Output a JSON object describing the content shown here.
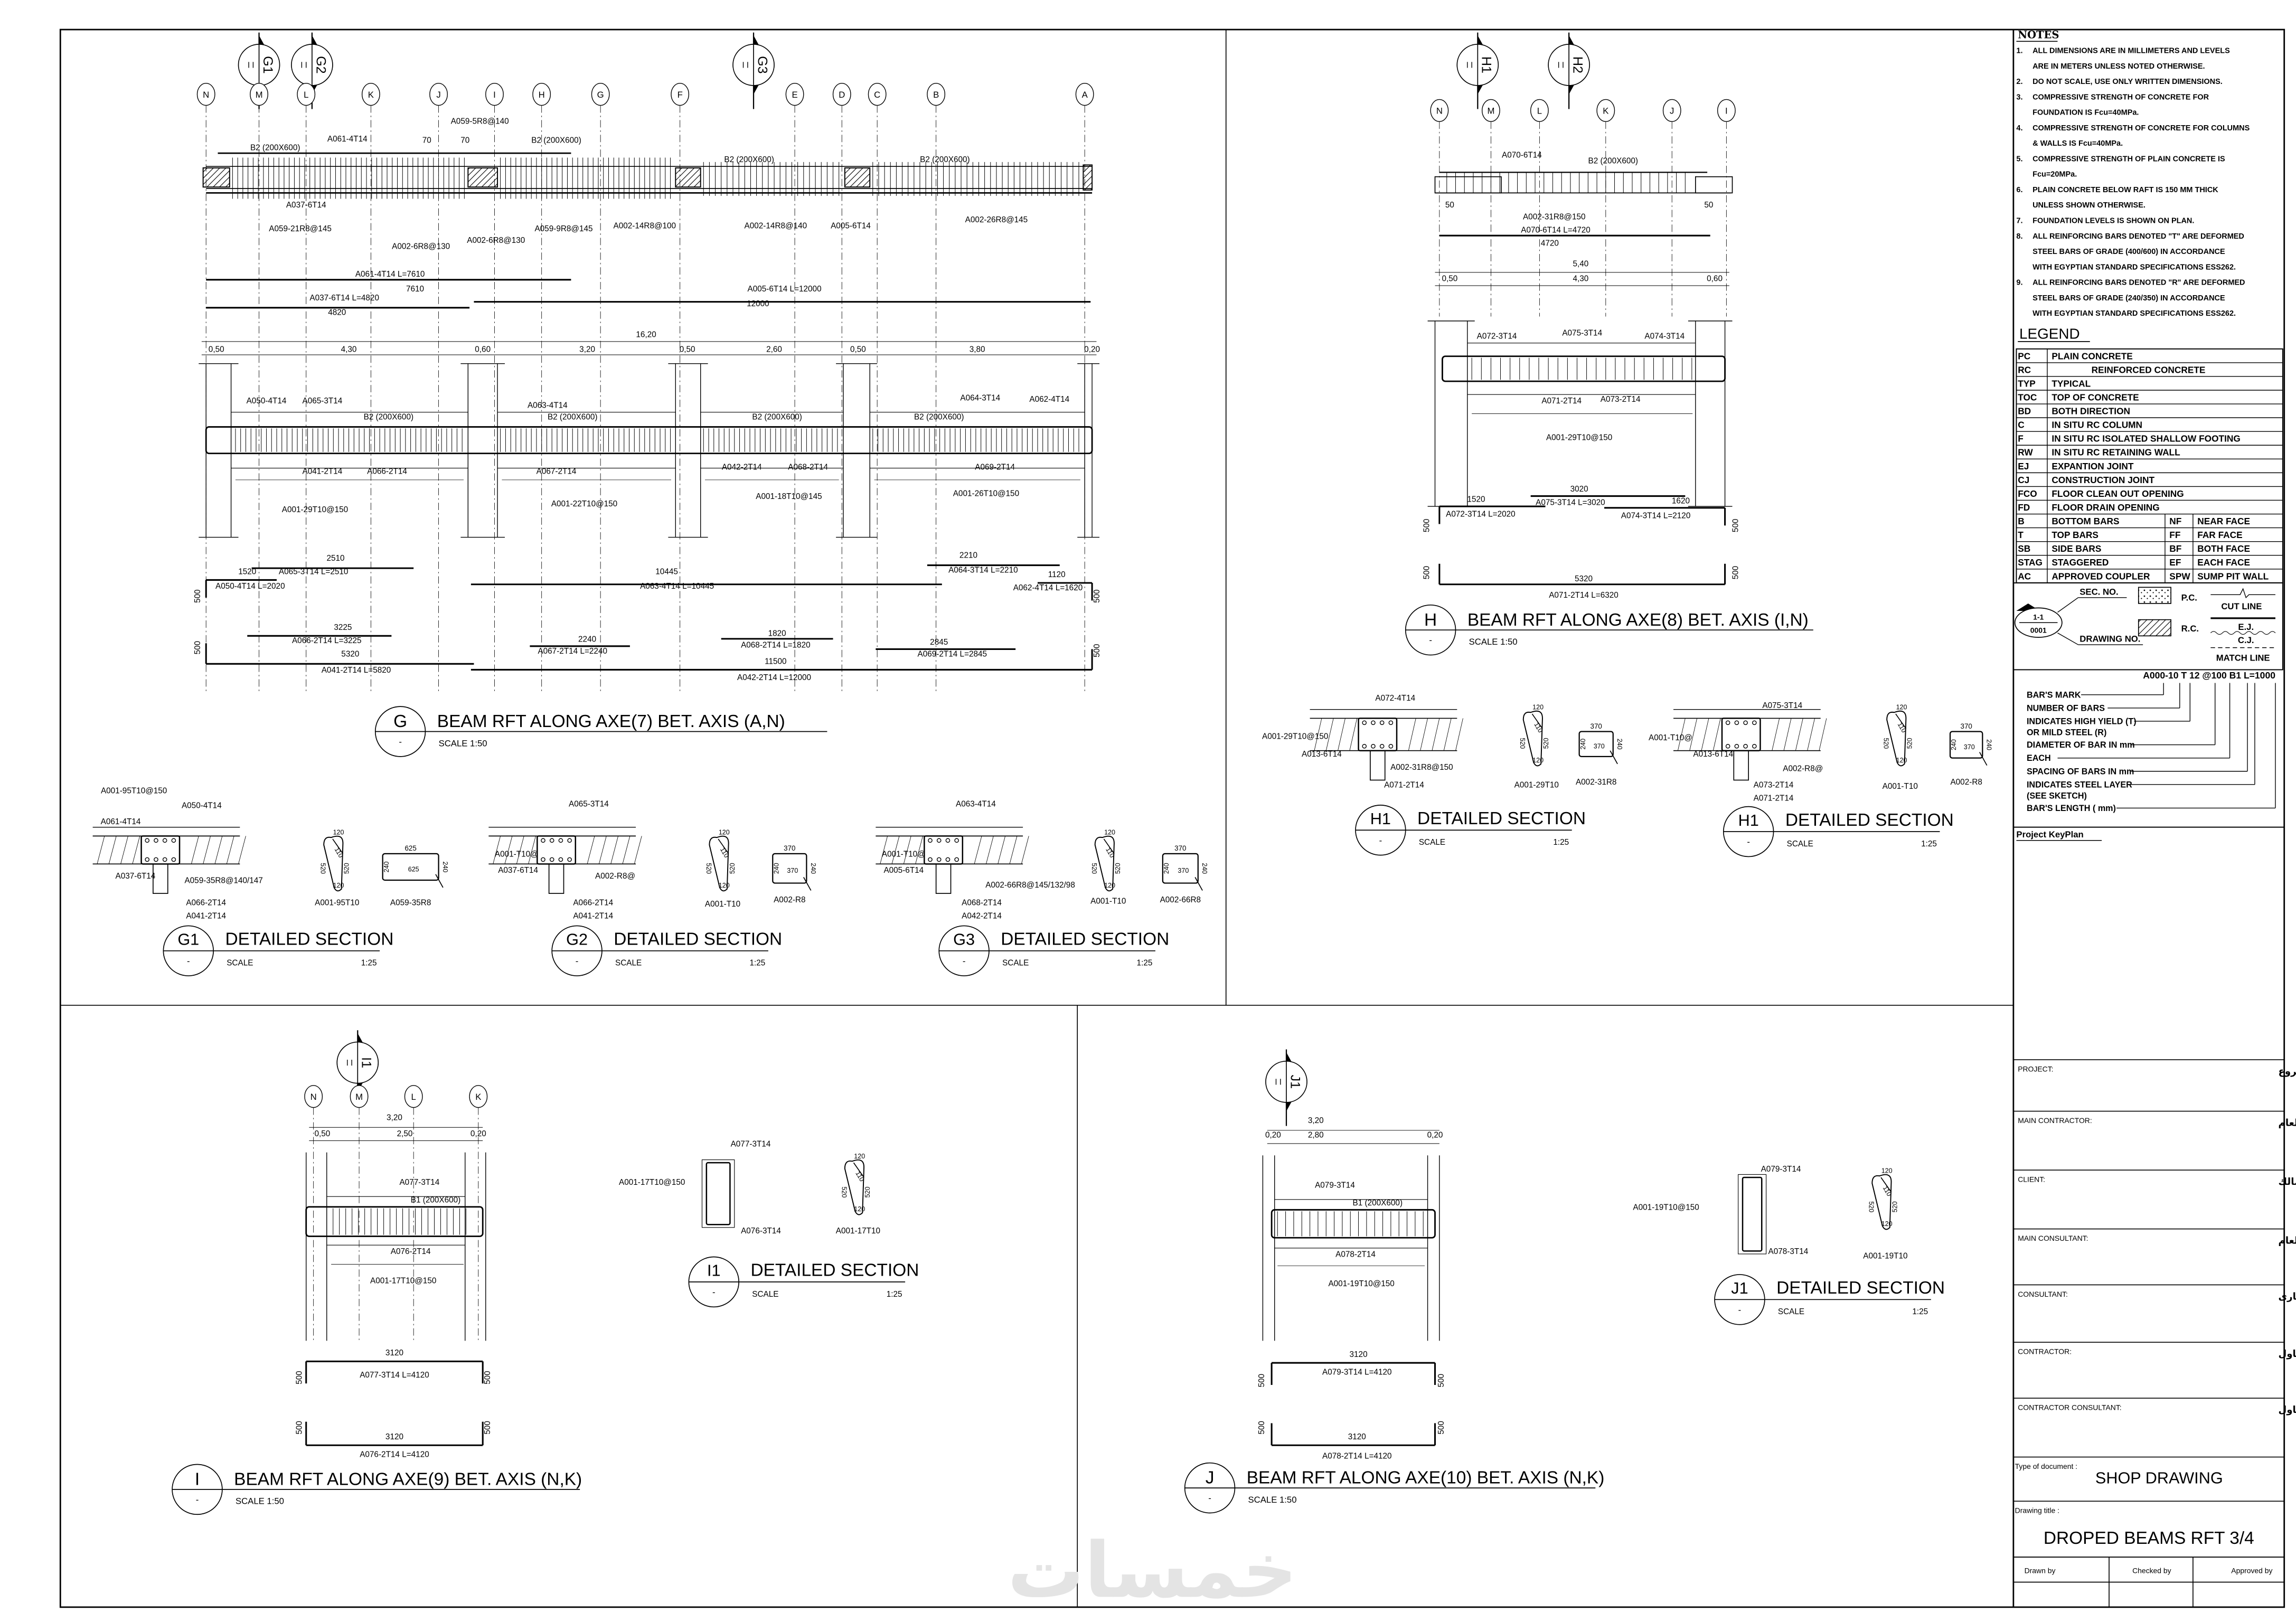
{
  "g": {
    "axes": [
      "N",
      "M",
      "L",
      "K",
      "J",
      "I",
      "H",
      "G",
      "F",
      "E",
      "D",
      "C",
      "B",
      "A"
    ],
    "markers": [
      "G1",
      "G2",
      "G3"
    ],
    "labels": [
      "B2 (200X600)",
      "A061-4T14",
      "A059-5R8@140",
      "70",
      "70",
      "B2 (200X600)",
      "B2 (200X600)",
      "B2 (200X600)",
      "A037-6T14",
      "A059-21R8@145",
      "A002-6R8@130",
      "A002-6R8@130",
      "A059-9R8@145",
      "A002-14R8@100",
      "A002-14R8@140",
      "A005-6T14",
      "A002-26R8@145",
      "A061-4T14 L=7610",
      "7610",
      "A005-6T14 L=12000",
      "12000",
      "A037-6T14 L=4820",
      "4820",
      "16,20",
      "0,50",
      "4,30",
      "0,60",
      "3,20",
      "0,50",
      "2,60",
      "0,50",
      "3,80",
      "0,20",
      "A050-4T14",
      "A065-3T14",
      "B2 (200X600)",
      "A063-4T14",
      "B2 (200X600)",
      "B2 (200X600)",
      "B2 (200X600)",
      "A064-3T14",
      "A062-4T14",
      "A041-2T14",
      "A066-2T14",
      "A067-2T14",
      "A042-2T14",
      "A068-2T14",
      "A069-2T14",
      "A001-29T10@150",
      "A001-22T10@150",
      "A001-18T10@145",
      "A001-26T10@150",
      "2510",
      "A065-3T14 L=2510",
      "1520",
      "A050-4T14 L=2020",
      "10445",
      "A063-4T14 L=10445",
      "2210",
      "A064-3T14 L=2210",
      "1120",
      "A062-4T14 L=1620",
      "3225",
      "A066-2T14 L=3225",
      "5320",
      "A041-2T14 L=5820",
      "2240",
      "A067-2T14 L=2240",
      "1820",
      "A068-2T14 L=1820",
      "2845",
      "A069-2T14 L=2845",
      "11500",
      "A042-2T14 L=12000",
      "500",
      "500",
      "500",
      "500"
    ],
    "title": {
      "letter": "G",
      "sub": "-",
      "text": "BEAM RFT ALONG AXE(7) BET. AXIS (A,N)",
      "scale": "SCALE 1:50"
    }
  },
  "h": {
    "axes": [
      "N",
      "M",
      "L",
      "K",
      "J",
      "I"
    ],
    "markers": [
      "H1",
      "H2"
    ],
    "labels": [
      "A070-6T14",
      "B2 (200X600)",
      "50",
      "50",
      "A002-31R8@150",
      "A070-6T14 L=4720",
      "4720",
      "5,40",
      "0,50",
      "4,30",
      "0,60",
      "A072-3T14",
      "A075-3T14",
      "A074-3T14",
      "A071-2T14",
      "A073-2T14",
      "A001-29T10@150",
      "3020",
      "A075-3T14 L=3020",
      "1520",
      "A072-3T14 L=2020",
      "1620",
      "A074-3T14 L=2120",
      "5320",
      "A071-2T14 L=6320",
      "500",
      "500",
      "500",
      "500"
    ],
    "title": {
      "letter": "H",
      "sub": "-",
      "text": "BEAM RFT ALONG AXE(8) BET. AXIS (I,N)",
      "scale": "SCALE 1:50"
    }
  },
  "i": {
    "axes": [
      "N",
      "M",
      "L",
      "K"
    ],
    "markers": [
      "I1"
    ],
    "labels": [
      "3,20",
      "0,50",
      "2,50",
      "0,20",
      "A077-3T14",
      "B1 (200X600)",
      "A076-2T14",
      "A001-17T10@150",
      "3120",
      "A077-3T14 L=4120",
      "3120",
      "A076-2T14 L=4120",
      "500",
      "500",
      "500",
      "500"
    ],
    "title": {
      "letter": "I",
      "sub": "-",
      "text": "BEAM RFT ALONG AXE(9) BET. AXIS (N,K)",
      "scale": "SCALE 1:50"
    }
  },
  "j": {
    "markers": [
      "J1"
    ],
    "labels": [
      "3,20",
      "0,20",
      "2,80",
      "0,20",
      "A079-3T14",
      "B1 (200X600)",
      "A078-2T14",
      "A001-19T10@150",
      "3120",
      "A079-3T14 L=4120",
      "3120",
      "A078-2T14 L=4120",
      "500",
      "500",
      "500",
      "500"
    ],
    "title": {
      "letter": "J",
      "sub": "-",
      "text": "BEAM RFT ALONG AXE(10) BET. AXIS (N,K)",
      "scale": "SCALE 1:50"
    }
  },
  "sections": [
    {
      "id": "G1",
      "sub": "-",
      "title": "DETAILED SECTION",
      "scale_label": "SCALE",
      "scale": "1:25",
      "labels": [
        "A001-95T10@150",
        "A050-4T14",
        "A061-4T14",
        "A037-6T14",
        "A059-35R8@140/147",
        "A066-2T14",
        "A041-2T14"
      ],
      "stirrup_mark": "A001-95T10",
      "stirrup_dims": [
        "120",
        "110",
        "520",
        "520",
        "120"
      ],
      "link_mark": "A059-35R8",
      "link_dims": [
        "625",
        "625",
        "240",
        "240"
      ]
    },
    {
      "id": "G2",
      "sub": "-",
      "title": "DETAILED SECTION",
      "scale_label": "SCALE",
      "scale": "1:25",
      "labels": [
        "A001-T10@",
        "A065-3T14",
        "A037-6T14",
        "A002-R8@",
        "A066-2T14",
        "A041-2T14"
      ],
      "stirrup_mark": "A001-T10",
      "stirrup_dims": [
        "120",
        "110",
        "520",
        "520",
        "120"
      ],
      "link_mark": "A002-R8",
      "link_dims": [
        "370",
        "370",
        "240",
        "240"
      ]
    },
    {
      "id": "G3",
      "sub": "-",
      "title": "DETAILED SECTION",
      "scale_label": "SCALE",
      "scale": "1:25",
      "labels": [
        "A001-T10@",
        "A063-4T14",
        "A005-6T14",
        "A002-66R8@145/132/98",
        "A068-2T14",
        "A042-2T14"
      ],
      "stirrup_mark": "A001-T10",
      "stirrup_dims": [
        "120",
        "110",
        "520",
        "520",
        "120"
      ],
      "link_mark": "A002-66R8",
      "link_dims": [
        "370",
        "370",
        "240",
        "240"
      ]
    },
    {
      "id": "H1",
      "sub": "-",
      "title": "DETAILED SECTION",
      "scale_label": "SCALE",
      "scale": "1:25",
      "labels": [
        "A072-4T14",
        "A001-29T10@150",
        "A013-6T14",
        "A002-31R8@150",
        "A071-2T14"
      ],
      "stirrup_mark": "A001-29T10",
      "stirrup_dims": [
        "120",
        "110",
        "520",
        "520",
        "120"
      ],
      "link_mark": "A002-31R8",
      "link_dims": [
        "370",
        "370",
        "240",
        "240"
      ]
    },
    {
      "id": "H1",
      "sub": "-",
      "title": "DETAILED SECTION",
      "scale_label": "SCALE",
      "scale": "1:25",
      "labels": [
        "A075-3T14",
        "A001-T10@",
        "A013-6T14",
        "A002-R8@",
        "A073-2T14",
        "A071-2T14"
      ],
      "stirrup_mark": "A001-T10",
      "stirrup_dims": [
        "120",
        "110",
        "520",
        "520",
        "120"
      ],
      "link_mark": "A002-R8",
      "link_dims": [
        "370",
        "370",
        "240",
        "240"
      ]
    },
    {
      "id": "I1",
      "sub": "-",
      "title": "DETAILED SECTION",
      "scale_label": "SCALE",
      "scale": "1:25",
      "labels": [
        "A077-3T14",
        "A001-17T10@150",
        "A076-3T14"
      ],
      "stirrup_mark": "A001-17T10",
      "stirrup_dims": [
        "120",
        "110",
        "520",
        "520",
        "120"
      ]
    },
    {
      "id": "J1",
      "sub": "-",
      "title": "DETAILED SECTION",
      "scale_label": "SCALE",
      "scale": "1:25",
      "labels": [
        "A079-3T14",
        "A001-19T10@150",
        "A078-3T14"
      ],
      "stirrup_mark": "A001-19T10",
      "stirrup_dims": [
        "120",
        "110",
        "520",
        "520",
        "120"
      ]
    }
  ],
  "notes": {
    "title": "NOTES",
    "items": [
      {
        "num": "1.",
        "lines": [
          "ALL DIMENSIONS ARE IN MILLIMETERS AND LEVELS",
          "ARE IN METERS UNLESS NOTED OTHERWISE."
        ]
      },
      {
        "num": "2.",
        "lines": [
          "DO NOT SCALE, USE ONLY WRITTEN DIMENSIONS."
        ]
      },
      {
        "num": "3.",
        "lines": [
          "COMPRESSIVE STRENGTH OF CONCRETE FOR",
          "FOUNDATION IS Fcu=40MPa."
        ]
      },
      {
        "num": "4.",
        "lines": [
          "COMPRESSIVE STRENGTH OF CONCRETE FOR COLUMNS",
          "& WALLS IS Fcu=40MPa."
        ]
      },
      {
        "num": "5.",
        "lines": [
          "COMPRESSIVE STRENGTH OF PLAIN CONCRETE IS",
          "Fcu=20MPa."
        ]
      },
      {
        "num": "6.",
        "lines": [
          "PLAIN CONCRETE BELOW RAFT IS 150 MM THICK",
          "UNLESS SHOWN OTHERWISE."
        ]
      },
      {
        "num": "7.",
        "lines": [
          "FOUNDATION LEVELS IS SHOWN ON PLAN."
        ]
      },
      {
        "num": "8.",
        "lines": [
          "ALL REINFORCING BARS DENOTED \"T\" ARE DEFORMED",
          "STEEL BARS OF GRADE (400/600) IN ACCORDANCE",
          "WITH EGYPTIAN STANDARD SPECIFICATIONS ESS262."
        ]
      },
      {
        "num": "9.",
        "lines": [
          "ALL REINFORCING BARS DENOTED \"R\" ARE DEFORMED",
          "STEEL BARS OF GRADE (240/350) IN ACCORDANCE",
          "WITH EGYPTIAN STANDARD SPECIFICATIONS ESS262."
        ]
      }
    ]
  },
  "legend": {
    "title": "LEGEND",
    "rows": [
      {
        "code": "PC",
        "desc": "PLAIN CONCRETE"
      },
      {
        "code": "RC",
        "desc": "REINFORCED CONCRETE"
      },
      {
        "code": "TYP",
        "desc": "TYPICAL"
      },
      {
        "code": "TOC",
        "desc": "TOP OF CONCRETE"
      },
      {
        "code": "BD",
        "desc": "BOTH DIRECTION"
      },
      {
        "code": "C",
        "desc": "IN SITU RC COLUMN"
      },
      {
        "code": "F",
        "desc": "IN SITU RC ISOLATED SHALLOW FOOTING"
      },
      {
        "code": "RW",
        "desc": "IN SITU RC RETAINING WALL"
      },
      {
        "code": "EJ",
        "desc": "EXPANTION JOINT"
      },
      {
        "code": "CJ",
        "desc": "CONSTRUCTION JOINT"
      },
      {
        "code": "FCO",
        "desc": "FLOOR CLEAN OUT OPENING"
      },
      {
        "code": "FD",
        "desc": "FLOOR DRAIN OPENING"
      }
    ],
    "split_rows": [
      {
        "code": "B",
        "desc": "BOTTOM BARS",
        "code2": "NF",
        "desc2": "NEAR FACE"
      },
      {
        "code": "T",
        "desc": "TOP BARS",
        "code2": "FF",
        "desc2": "FAR FACE"
      },
      {
        "code": "SB",
        "desc": "SIDE BARS",
        "code2": "BF",
        "desc2": "BOTH FACE"
      },
      {
        "code": "STAG",
        "desc": "STAGGERED",
        "code2": "EF",
        "desc2": "EACH FACE"
      },
      {
        "code": "AC",
        "desc": "APPROVED COUPLER",
        "code2": "SPW",
        "desc2": "SUMP PIT WALL"
      }
    ],
    "symbols": {
      "sec_no": "SEC. NO.",
      "drawing_no": "DRAWING NO.",
      "sym_top": "1-1",
      "sym_bottom": "0001",
      "pc": "P.C.",
      "rc": "R.C.",
      "cut_line": "CUT LINE",
      "ej": "E.J.",
      "cj": "C.J.",
      "match_line": "MATCH LINE"
    }
  },
  "bar_mark": {
    "example": "A000-10 T 12 @100 B1 L=1000",
    "items": [
      "BAR'S MARK",
      "NUMBER OF BARS",
      "INDICATES HIGH YIELD (T)",
      "OR MILD STEEL (R)",
      "DIAMETER OF BAR IN mm",
      "EACH",
      "SPACING OF BARS IN mm",
      "INDICATES STEEL LAYER",
      "(SEE SKETCH)",
      "BAR'S LENGTH ( mm)"
    ]
  },
  "keyplan": {
    "label": "Project KeyPlan"
  },
  "title_block": {
    "rows": [
      {
        "en": "PROJECT:",
        "ar": "مشروع"
      },
      {
        "en": "MAIN CONTRACTOR:",
        "ar": "المقاول العام"
      },
      {
        "en": "CLIENT:",
        "ar": "المالك"
      },
      {
        "en": "MAIN CONSULTANT:",
        "ar": "الاستشارى العام"
      },
      {
        "en": "CONSULTANT:",
        "ar": "الاستشارى"
      },
      {
        "en": "CONTRACTOR:",
        "ar": "المقاول"
      },
      {
        "en": "CONTRACTOR CONSULTANT:",
        "ar": "استشارى المقاول"
      }
    ],
    "doc_type_label": "Type of document :",
    "doc_type": "SHOP DRAWING",
    "drawing_title_label": "Drawing title :",
    "drawing_title": "DROPED BEAMS RFT 3/4",
    "drawn_by": "Drawn by",
    "checked_by": "Checked by",
    "approved_by": "Approved by"
  },
  "watermark": "خمسات"
}
